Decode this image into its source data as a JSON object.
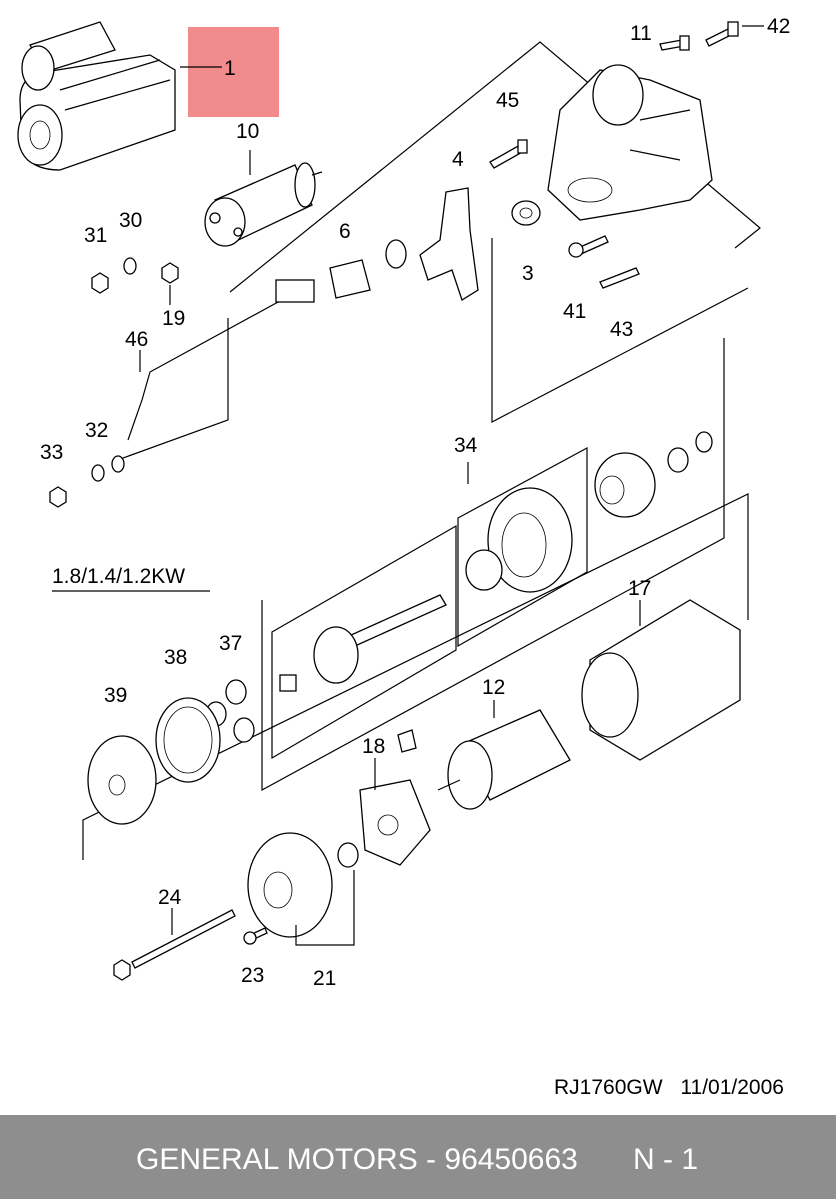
{
  "labels": {
    "p1": "1",
    "p10": "10",
    "p11": "11",
    "p42": "42",
    "p45": "45",
    "p4": "4",
    "p30": "30",
    "p31": "31",
    "p19": "19",
    "p6": "6",
    "p3": "3",
    "p41": "41",
    "p43": "43",
    "p46": "46",
    "p32": "32",
    "p33": "33",
    "p34": "34",
    "p17": "17",
    "p38": "38",
    "p37": "37",
    "p39": "39",
    "p12": "12",
    "p18": "18",
    "p24": "24",
    "p23": "23",
    "p21": "21"
  },
  "variant_note": "1.8/1.4/1.2KW",
  "ref": {
    "code": "RJ1760GW",
    "date": "11/01/2006"
  },
  "footer": {
    "brand": "GENERAL MOTORS - 96450663",
    "page": "N - 1"
  },
  "colors": {
    "highlight": "#f28b8b",
    "footer_bg": "#8e8e8e"
  }
}
